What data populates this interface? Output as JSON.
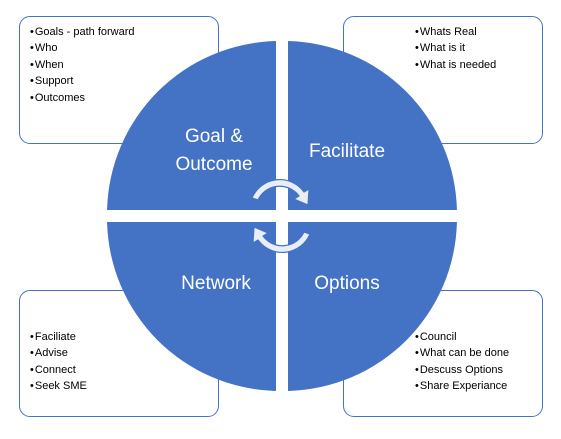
{
  "quadrants": {
    "top_left": {
      "label_line1": "Goal &",
      "label_line2": "Outcome",
      "items": [
        "Goals - path forward",
        "Who",
        "When",
        "Support",
        "Outcomes"
      ]
    },
    "top_right": {
      "label": "Facilitate",
      "items": [
        "Whats Real",
        "What is it",
        "What is needed"
      ]
    },
    "bottom_left": {
      "label": "Network",
      "items": [
        "Faciliate",
        "Advise",
        "Connect",
        "Seek SME"
      ]
    },
    "bottom_right": {
      "label": "Options",
      "items": [
        "Council",
        "What can be done",
        "Descuss Options",
        "Share Experiance"
      ]
    }
  },
  "colors": {
    "quadrant_fill": "#4472c4",
    "box_border": "#4472c4",
    "arrow_fill": "#e8edf6"
  },
  "icons": {
    "center": "circular-arrows-icon"
  }
}
